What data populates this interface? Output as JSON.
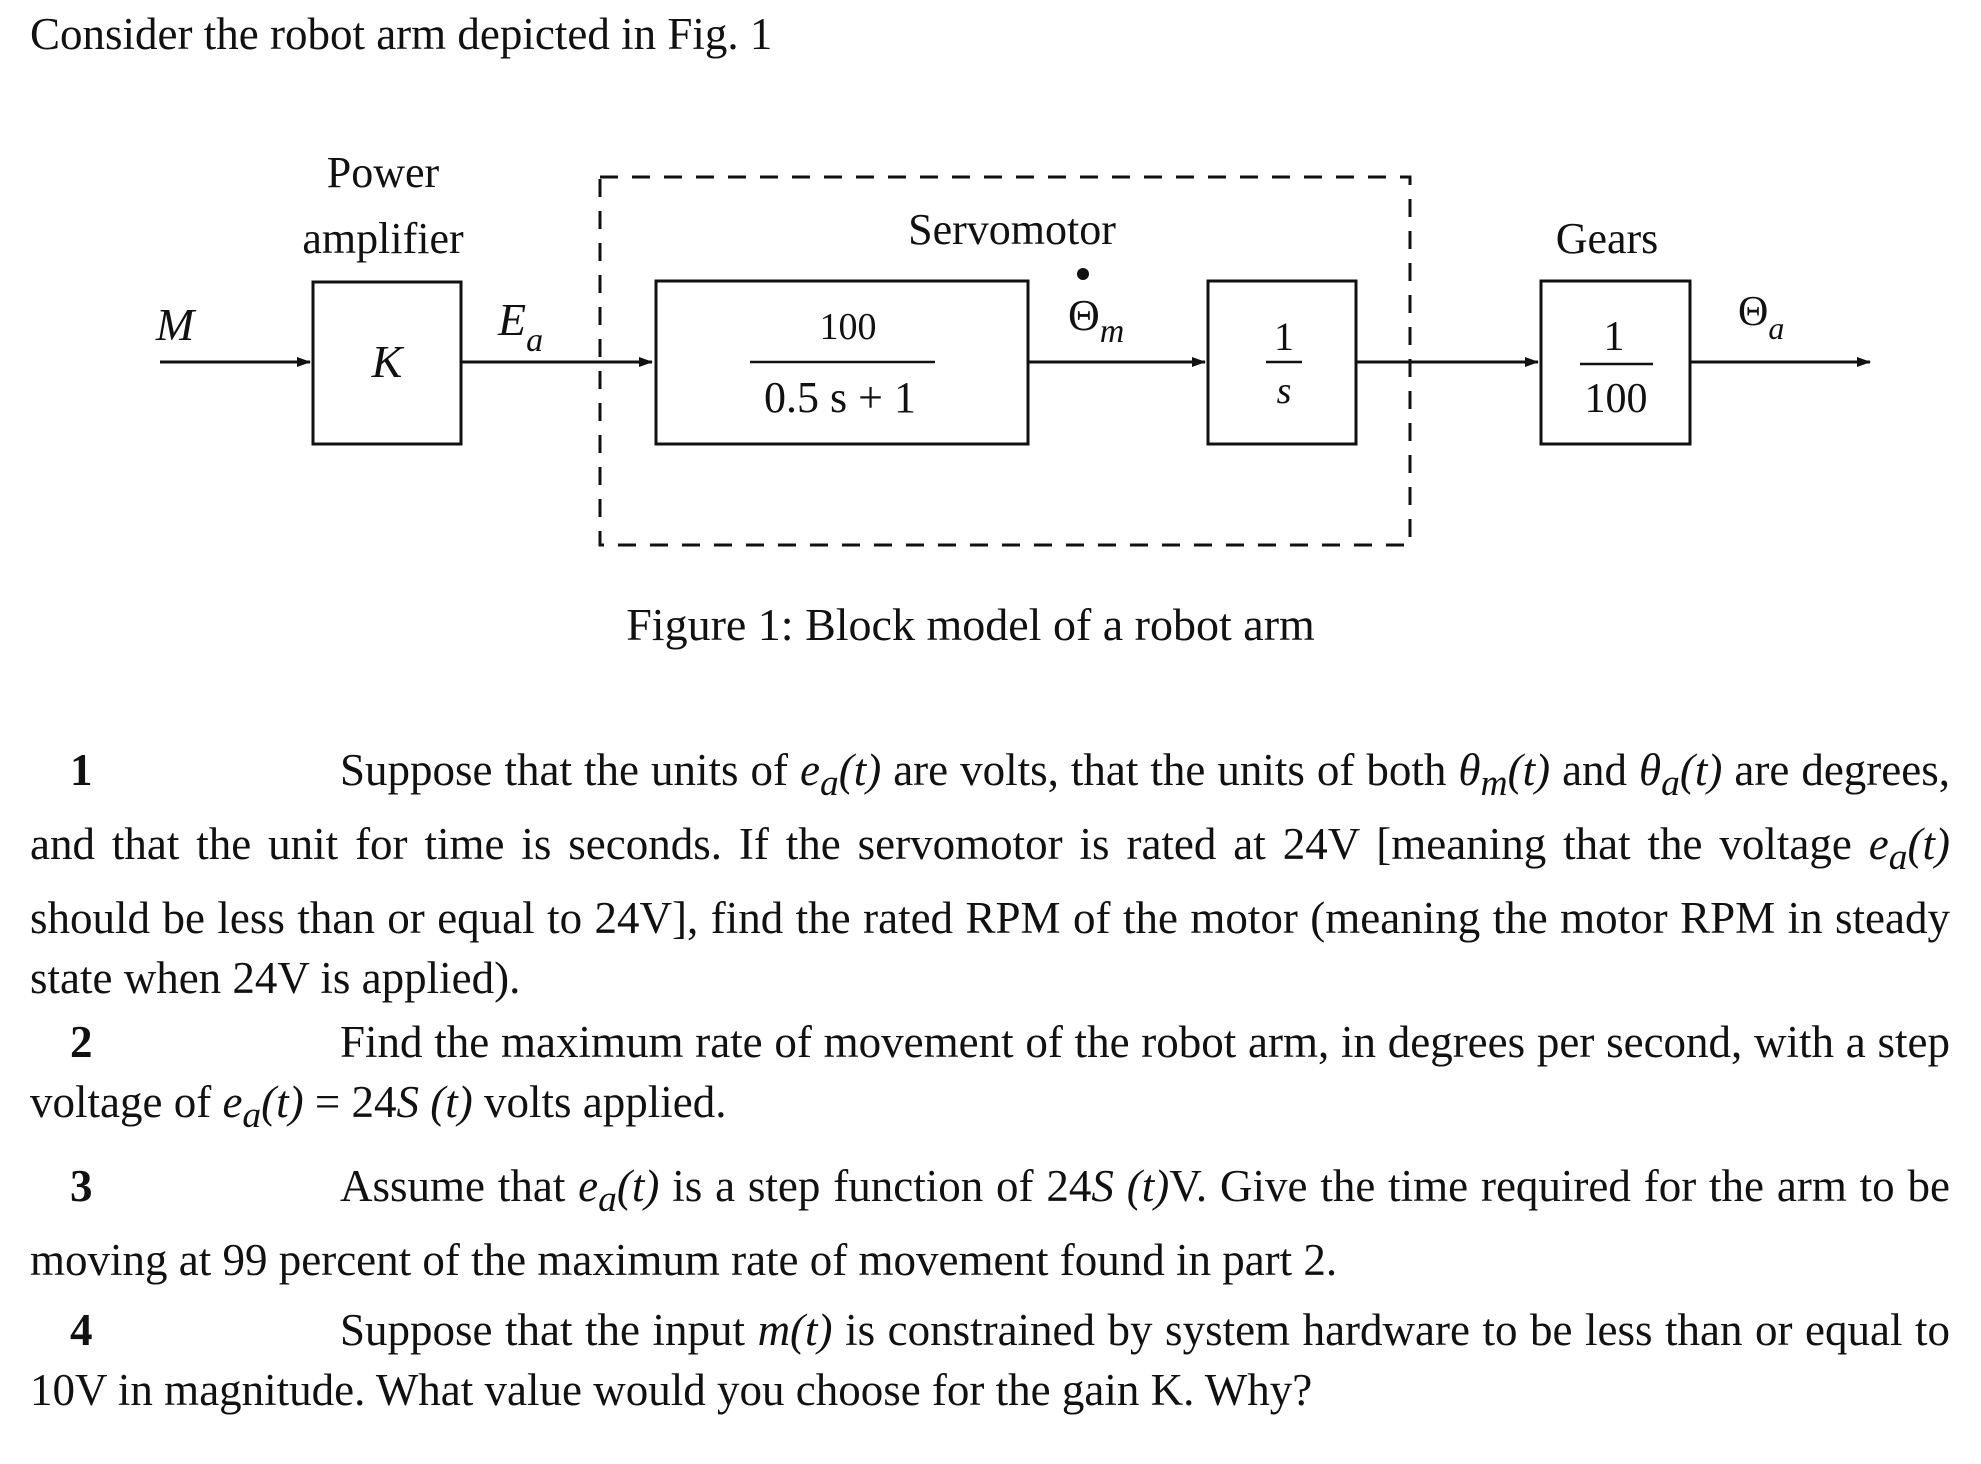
{
  "intro": "Consider the robot arm depicted in Fig. 1",
  "diagram": {
    "input_label": "M",
    "amp_title_line1": "Power",
    "amp_title_line2": "amplifier",
    "amp_gain": "K",
    "ea_main": "E",
    "ea_sub": "a",
    "servo_title": "Servomotor",
    "servo_num": "100",
    "servo_den": "0.5 s + 1",
    "theta_m_main": "Θ",
    "theta_m_sub": "m",
    "integrator_num": "1",
    "integrator_den": "s",
    "gears_title": "Gears",
    "gears_num": "1",
    "gears_den": "100",
    "theta_a_main": "Θ",
    "theta_a_sub": "a"
  },
  "caption": "Figure 1: Block model of a robot arm",
  "problems": [
    {
      "number": "1",
      "s1": "Suppose that the units of ",
      "v1": "e",
      "v1sub": "a",
      "v1arg": "(t)",
      "s2": " are volts, that the units of both ",
      "v2": "θ",
      "v2sub": "m",
      "v2arg": "(t)",
      "s3": " and ",
      "v3": "θ",
      "v3sub": "a",
      "v3arg": "(t)",
      "s4": " are degrees, and that the unit for time is seconds. If the servomotor is rated at 24V [meaning that the voltage ",
      "v4": "e",
      "v4sub": "a",
      "v4arg": "(t)",
      "s5": " should be less than or equal to 24V], find the rated RPM of the motor (meaning the motor RPM in steady state when 24V is applied)."
    },
    {
      "number": "2",
      "s1": "Find the maximum rate of movement of the robot arm, in degrees per second, with a step voltage of ",
      "v1": "e",
      "v1sub": "a",
      "v1arg": "(t)",
      "s2": " = 24",
      "v2": "S (t)",
      "s3": " volts applied."
    },
    {
      "number": "3",
      "s1": "Assume that ",
      "v1": "e",
      "v1sub": "a",
      "v1arg": "(t)",
      "s2": " is a step function of 24",
      "v2": "S (t)",
      "s3": "V. Give the time required for the arm to be moving at 99 percent of the maximum rate of movement found in part 2."
    },
    {
      "number": "4",
      "s1": "Suppose that the input ",
      "v1": "m(t)",
      "s2": " is constrained by system hardware to be less than or equal to 10V in magnitude. What value would you choose for the gain K. Why?"
    }
  ]
}
